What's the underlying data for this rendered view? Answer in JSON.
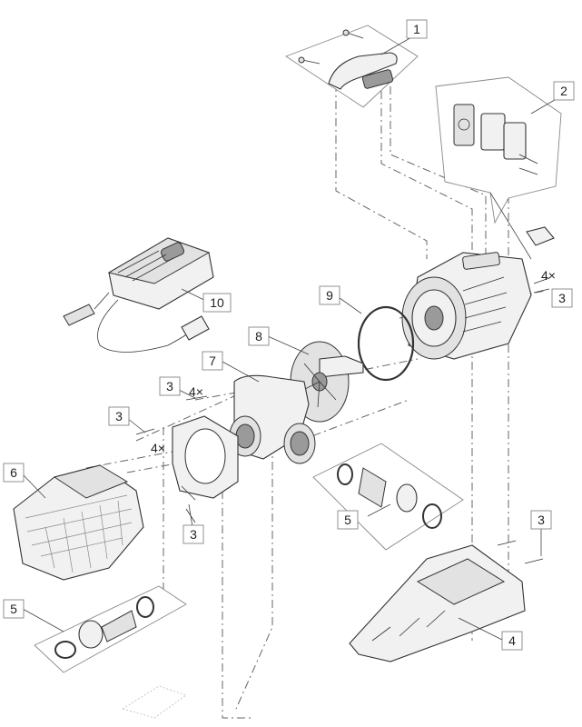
{
  "callouts": {
    "c1": "1",
    "c2": "2",
    "c3_top_right": "3",
    "c3_right_mid": "3",
    "c3_left_a": "3",
    "c3_left_b": "3",
    "c3_left_c": "3",
    "c4": "4",
    "c4x_right": "4×",
    "c4x_left_a": "4×",
    "c4x_left_b": "4×",
    "c5_right": "5",
    "c5_left": "5",
    "c6": "6",
    "c7": "7",
    "c8": "8",
    "c9": "9",
    "c10": "10"
  }
}
